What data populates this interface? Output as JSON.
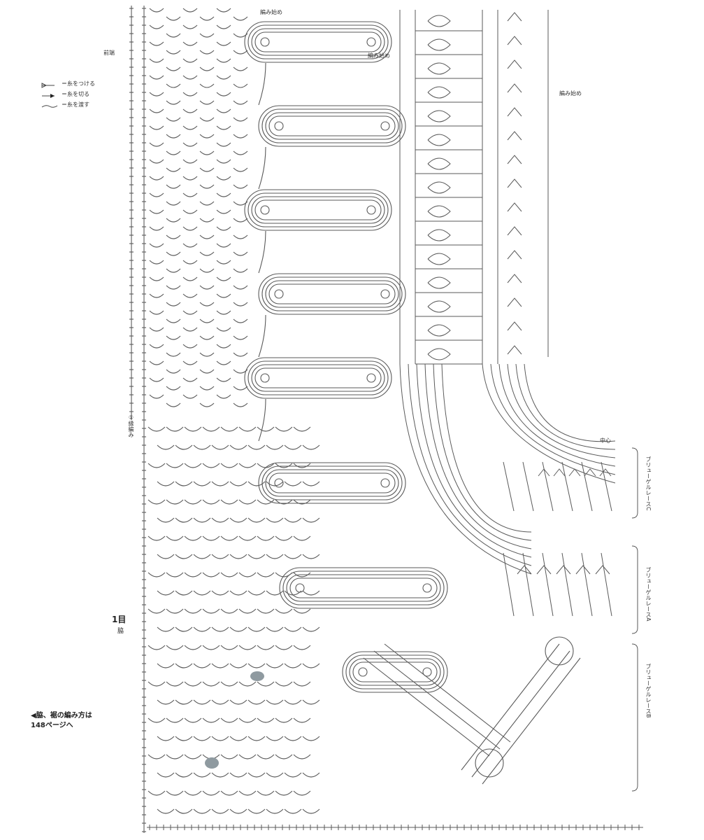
{
  "legend": {
    "items": [
      {
        "icon": "attach-yarn-icon",
        "text": "＝糸をつける"
      },
      {
        "icon": "cut-yarn-icon",
        "text": "＝糸を切る"
      },
      {
        "icon": "carry-yarn-icon",
        "text": "＝糸を渡す"
      }
    ]
  },
  "labels": {
    "front_center": "前端",
    "start_top1": "編み始め",
    "start_top2": "編み始め",
    "start_right": "編み始め",
    "center": "中心",
    "row_one": "1目",
    "row_one_sub": "脇",
    "vertical_left": "①縁編み",
    "band_c": "ブリューゲルレースC",
    "band_a": "ブリューゲルレースA",
    "band_b": "ブリューゲルレースB"
  },
  "note": {
    "line1": "◀脇、裾の編み方は",
    "line2": "148ページへ"
  },
  "colors": {
    "line": "#5a5a5a",
    "shade": "#8f9aa0"
  }
}
